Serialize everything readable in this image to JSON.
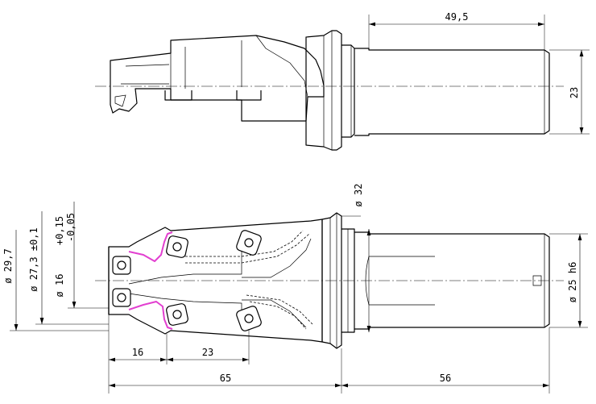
{
  "dimensions": {
    "top_length": "49,5",
    "top_height": "23",
    "dia_32": "ø 32",
    "dia_29_7": "ø 29,7",
    "dia_27_3": "ø 27,3 ±0,1",
    "dia_16": "ø 16",
    "tol_16_upper": "+0,15",
    "tol_16_lower": "-0,05",
    "dia_25_h6": "ø 25 h6",
    "len_16": "16",
    "len_23": "23",
    "len_65": "65",
    "len_56": "56"
  },
  "colors": {
    "line": "#000000",
    "insert_seat": "#e23fd0",
    "background": "#ffffff"
  }
}
